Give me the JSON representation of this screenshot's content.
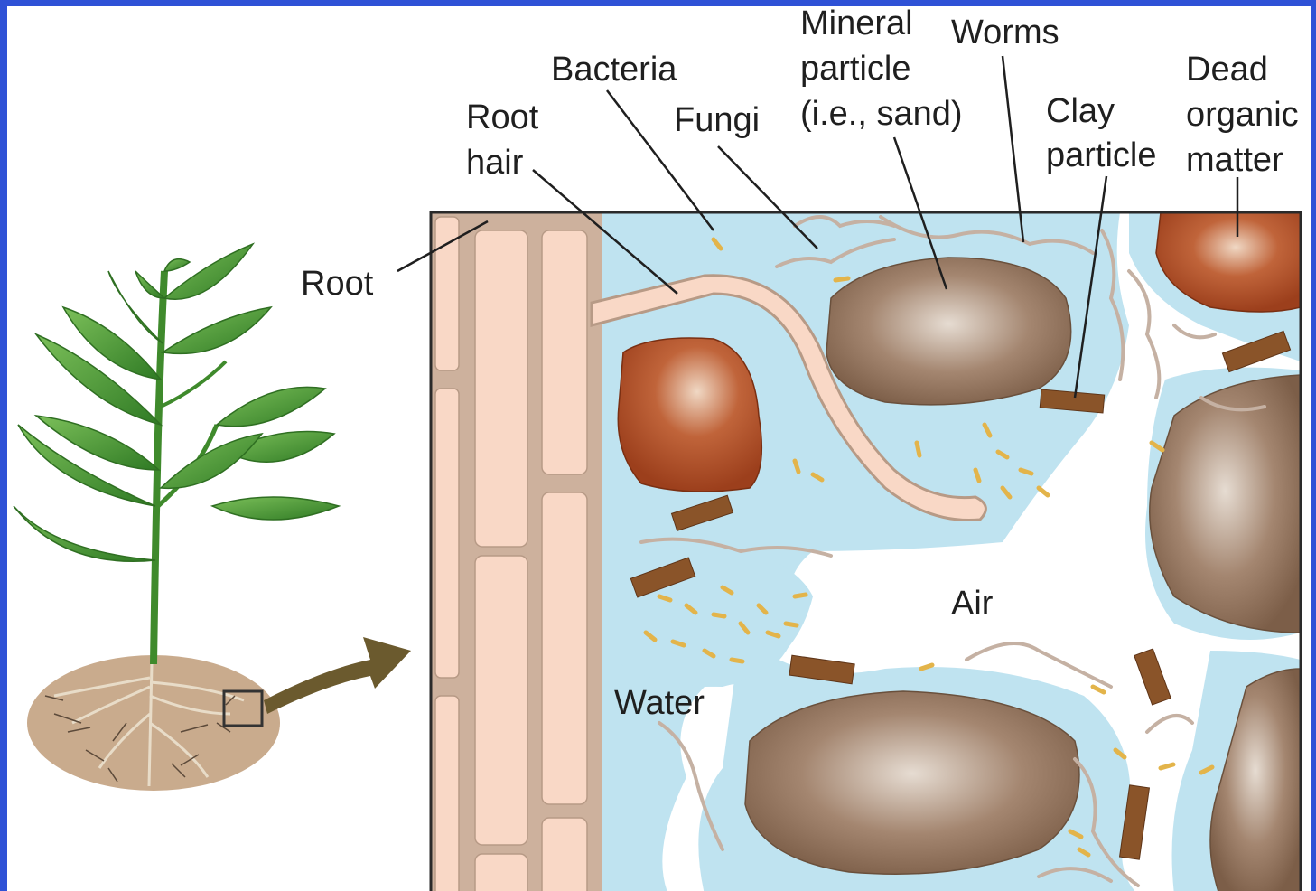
{
  "labels": {
    "root": "Root",
    "root_hair_line1": "Root",
    "root_hair_line2": "hair",
    "bacteria": "Bacteria",
    "fungi": "Fungi",
    "mineral_line1": "Mineral",
    "mineral_line2": "particle",
    "mineral_line3": "(i.e., sand)",
    "worms": "Worms",
    "clay_line1": "Clay",
    "clay_line2": "particle",
    "dead_line1": "Dead",
    "dead_line2": "organic",
    "dead_line3": "matter",
    "air": "Air",
    "water": "Water"
  },
  "colors": {
    "slide_border": "#2f52d6",
    "water": "#bfe3f0",
    "root_cell": "#f9d8c6",
    "root_wall": "#cdb19d",
    "mineral": "#9a7a64",
    "organic": "#b4542a",
    "clay": "#8a5429",
    "bacteria": "#e3b44a",
    "fungi": "#c5b1a3",
    "leaf": "#4f9a35",
    "soil": "#c9ab8d",
    "arrow": "#6b5a2e"
  }
}
